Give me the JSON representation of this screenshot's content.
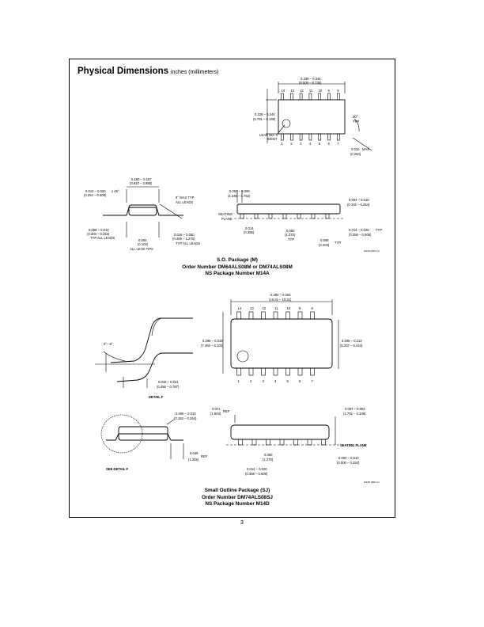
{
  "header": {
    "title": "Physical Dimensions",
    "subtitle": "inches (millimeters)"
  },
  "top_view": {
    "width_dim": "0.335 – 0.344",
    "width_dim_mm": "(8.509 – 8.738)",
    "body_width": "0.228 – 0.244",
    "body_width_mm": "(5.791 – 6.198)",
    "top_pins": [
      "14",
      "13",
      "12",
      "11",
      "10",
      "9",
      "8"
    ],
    "bottom_pins": [
      "1",
      "2",
      "3",
      "4",
      "5",
      "6",
      "7"
    ],
    "lead_ident": "LEAD NO. 1",
    "lead_ident2": "IDENT",
    "angle": "30°",
    "angle_typ": "TYP",
    "max_dim": "0.010",
    "max_label": "MAX",
    "max_dim_mm": "(0.254)"
  },
  "so_side": {
    "chamfer": "0.010 – 0.020",
    "chamfer_mm": "(0.254 – 0.508)",
    "chamfer_x": "x 45°",
    "body_w": "0.150 – 0.157",
    "body_w_mm": "(3.810 – 3.988)",
    "angle": "8° MAX TYP",
    "angle2": "ALL LEADS",
    "thick": "0.008 – 0.010",
    "thick_mm": "(0.203 – 0.254)",
    "thick_typ": "TYP ALL LEADS",
    "tip": "0.004",
    "tip_mm": "(0.102)",
    "tip_label": "ALL LEAD TIPS",
    "foot": "0.016 – 0.050",
    "foot_mm": "(0.406 – 1.270)",
    "foot_typ": "TYP ALL LEADS"
  },
  "so_front": {
    "height": "0.053 – 0.069",
    "height_mm": "(1.346 – 1.752)",
    "standoff": "0.004 – 0.010",
    "standoff_mm": "(0.102 – 0.254)",
    "seating": "SEATING",
    "plane": "PLANE",
    "min_dim": "0.014",
    "min_dim_mm": "(0.356)",
    "pitch": "0.050",
    "pitch_mm": "(1.270)",
    "pitch_typ": "TYP",
    "lead_w": "0.014 – 0.020",
    "lead_w_label": "TYP",
    "lead_w_mm": "(0.356 – 0.508)",
    "lead_t": "0.008",
    "lead_t_mm": "(0.203)",
    "lead_t_typ": "TYP",
    "ref": "M14A (REV H)"
  },
  "caption1": {
    "line1": "S.O. Package (M)",
    "line2": "Order Number DM64ALS08M or DM74ALS08M",
    "line3": "NS Package Number M14A"
  },
  "sj_top": {
    "length": "0.394 – 0.402",
    "length_mm": "(10.01 – 10.21)",
    "top_pins": [
      "14",
      "13",
      "12",
      "11",
      "10",
      "9",
      "8"
    ],
    "bottom_pins": [
      "1",
      "2",
      "3",
      "4",
      "5",
      "6",
      "7"
    ],
    "left_dim": "0.295 – 0.319",
    "left_dim_mm": "(7.493 – 8.103)",
    "right_dim": "0.205 – 0.213",
    "right_dim_mm": "(5.207 – 5.410)"
  },
  "sj_detail": {
    "angle": "0°– 8°",
    "foot": "0.018 – 0.031",
    "foot_mm": "(0.456 – 0.787)",
    "detail_label": "DETAIL F"
  },
  "sj_side": {
    "thick": "0.006 – 0.010",
    "thick_mm": "(0.152 – 0.254)",
    "ref_dim": "0.049",
    "ref_dim_mm": "(1.245)",
    "ref_label": "REF",
    "see_detail": "SEE DETAIL F"
  },
  "sj_front": {
    "ref_dim": "0.071",
    "ref_dim_mm": "(1.803)",
    "ref_label": "REF",
    "height": "0.067 – 0.083",
    "height_mm": "(1.702 – 2.108)",
    "seating": "SEATING PLANE",
    "pitch": "0.050",
    "pitch_mm": "(1.270)",
    "lead_w": "0.014 – 0.020",
    "lead_w_mm": "(0.356 – 0.508)",
    "standoff": "0.000 – 0.010",
    "standoff_mm": "(0.000 – 0.254)",
    "ref": "M14D (REV A)"
  },
  "caption2": {
    "line1": "Small Outline Package (SJ)",
    "line2": "Order Number DM74ALS08SJ",
    "line3": "NS Package Number M14D"
  },
  "page_number": "3"
}
